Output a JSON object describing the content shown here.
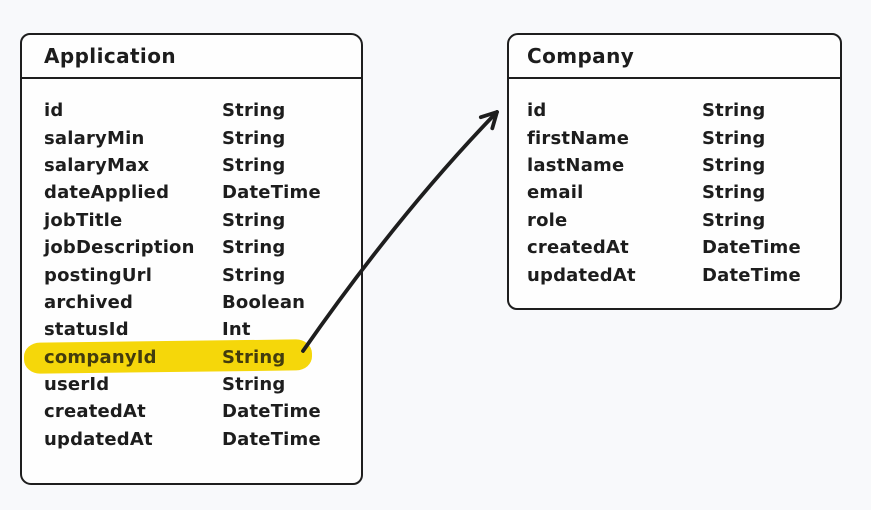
{
  "diagram": {
    "background_color": "#f8f9fb",
    "stroke_color": "#1e1e1e",
    "highlight_color": "#f5d70a",
    "tables": [
      {
        "title": "Application",
        "fields": [
          {
            "name": "id",
            "type": "String"
          },
          {
            "name": "salaryMin",
            "type": "String"
          },
          {
            "name": "salaryMax",
            "type": "String"
          },
          {
            "name": "dateApplied",
            "type": "DateTime"
          },
          {
            "name": "jobTitle",
            "type": "String"
          },
          {
            "name": "jobDescription",
            "type": "String"
          },
          {
            "name": "postingUrl",
            "type": "String"
          },
          {
            "name": "archived",
            "type": "Boolean"
          },
          {
            "name": "statusId",
            "type": "Int"
          },
          {
            "name": "companyId",
            "type": "String",
            "highlighted": true
          },
          {
            "name": "userId",
            "type": "String"
          },
          {
            "name": "createdAt",
            "type": "DateTime"
          },
          {
            "name": "updatedAt",
            "type": "DateTime"
          }
        ]
      },
      {
        "title": "Company",
        "fields": [
          {
            "name": "id",
            "type": "String"
          },
          {
            "name": "firstName",
            "type": "String"
          },
          {
            "name": "lastName",
            "type": "String"
          },
          {
            "name": "email",
            "type": "String"
          },
          {
            "name": "role",
            "type": "String"
          },
          {
            "name": "createdAt",
            "type": "DateTime"
          },
          {
            "name": "updatedAt",
            "type": "DateTime"
          }
        ]
      }
    ],
    "arrow": {
      "from": "Application.companyId",
      "to": "Company"
    }
  }
}
